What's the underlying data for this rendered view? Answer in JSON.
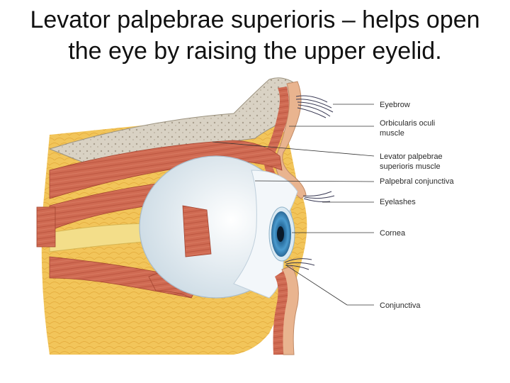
{
  "slide": {
    "title_line1": "Levator palpebrae superioris – helps open",
    "title_line2": "the eye by raising the upper eyelid."
  },
  "diagram": {
    "labels": {
      "eyebrow": "Eyebrow",
      "orbicularis_line1": "Orbicularis oculi",
      "orbicularis_line2": "muscle",
      "levator_line1": "Levator palpebrae",
      "levator_line2": "superioris muscle",
      "palpebral_conjunctiva": "Palpebral conjunctiva",
      "eyelashes": "Eyelashes",
      "cornea": "Cornea",
      "conjunctiva": "Conjunctiva"
    },
    "colors": {
      "muscle": "#c8614a",
      "fat": "#f2c55a",
      "bone": "#cfc7b8",
      "skin": "#f0c9a8",
      "eyeball": "#e9f1f5",
      "iris": "#3b86b8"
    }
  }
}
